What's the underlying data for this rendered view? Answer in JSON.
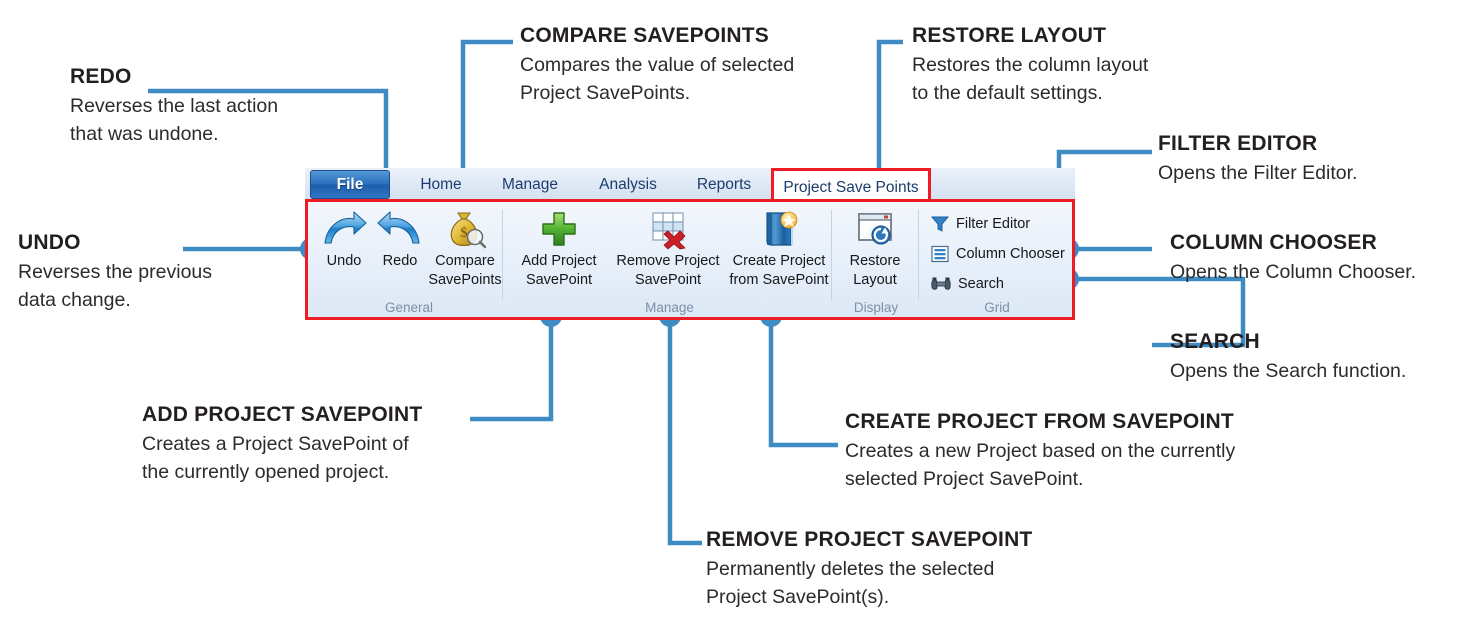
{
  "callouts": [
    {
      "id": "redo",
      "title": "REDO",
      "lines": [
        "Reverses the last action",
        "that was undone."
      ]
    },
    {
      "id": "compare",
      "title": "COMPARE SAVEPOINTS",
      "lines": [
        "Compares the value of selected",
        "Project SavePoints."
      ]
    },
    {
      "id": "restore",
      "title": "RESTORE LAYOUT",
      "lines": [
        "Restores the column layout",
        "to the default settings."
      ]
    },
    {
      "id": "filter",
      "title": "FILTER EDITOR",
      "lines": [
        "Opens the Filter Editor."
      ]
    },
    {
      "id": "undo",
      "title": "UNDO",
      "lines": [
        "Reverses the previous",
        "data change."
      ]
    },
    {
      "id": "chooser",
      "title": "COLUMN CHOOSER",
      "lines": [
        "Opens the Column Chooser."
      ]
    },
    {
      "id": "search",
      "title": "SEARCH",
      "lines": [
        "Opens the Search function."
      ]
    },
    {
      "id": "add",
      "title": "ADD PROJECT SAVEPOINT",
      "lines": [
        "Creates a Project SavePoint of",
        "the currently opened project."
      ]
    },
    {
      "id": "create",
      "title": "CREATE PROJECT FROM SAVEPOINT",
      "lines": [
        "Creates a new Project based on the currently",
        "selected Project SavePoint."
      ]
    },
    {
      "id": "remove",
      "title": "REMOVE PROJECT SAVEPOINT",
      "lines": [
        "Permanently deletes the selected",
        "Project SavePoint(s)."
      ]
    }
  ],
  "ribbon": {
    "tabs": [
      {
        "label": "File",
        "active": false,
        "file": true
      },
      {
        "label": "Home",
        "active": false,
        "file": false
      },
      {
        "label": "Manage",
        "active": false,
        "file": false
      },
      {
        "label": "Analysis",
        "active": false,
        "file": false
      },
      {
        "label": "Reports",
        "active": false,
        "file": false
      },
      {
        "label": "Project Save Points",
        "active": true,
        "file": false
      }
    ],
    "groups": [
      {
        "name": "General",
        "label": "General"
      },
      {
        "name": "Manage",
        "label": "Manage"
      },
      {
        "name": "Display",
        "label": "Display"
      },
      {
        "name": "Grid",
        "label": "Grid"
      }
    ],
    "buttons": [
      {
        "id": "undo",
        "icon": "undo-arrow-icon",
        "label_line1": "Undo",
        "label_line2": ""
      },
      {
        "id": "redo",
        "icon": "redo-arrow-icon",
        "label_line1": "Redo",
        "label_line2": ""
      },
      {
        "id": "compare",
        "icon": "money-bag-magnifier-icon",
        "label_line1": "Compare",
        "label_line2": "SavePoints"
      },
      {
        "id": "add",
        "icon": "green-plus-icon",
        "label_line1": "Add Project",
        "label_line2": "SavePoint"
      },
      {
        "id": "remove",
        "icon": "grid-red-x-icon",
        "label_line1": "Remove Project",
        "label_line2": "SavePoint"
      },
      {
        "id": "create",
        "icon": "blue-book-star-icon",
        "label_line1": "Create Project",
        "label_line2": "from SavePoint"
      },
      {
        "id": "restore",
        "icon": "window-restore-icon",
        "label_line1": "Restore",
        "label_line2": "Layout"
      }
    ],
    "grid_items": [
      {
        "id": "filter",
        "icon": "funnel-icon",
        "label": "Filter Editor"
      },
      {
        "id": "chooser",
        "icon": "list-bars-icon",
        "label": "Column Chooser"
      },
      {
        "id": "search",
        "icon": "binoculars-icon",
        "label": "Search"
      }
    ]
  },
  "colors": {
    "connector_blue": "#3e8cc3",
    "highlight_red": "#ee1c25",
    "title_text": "#231f20",
    "body_text": "#2b2b2b",
    "tab_text": "#1c3c6e",
    "group_label": "#7b8fa6"
  }
}
